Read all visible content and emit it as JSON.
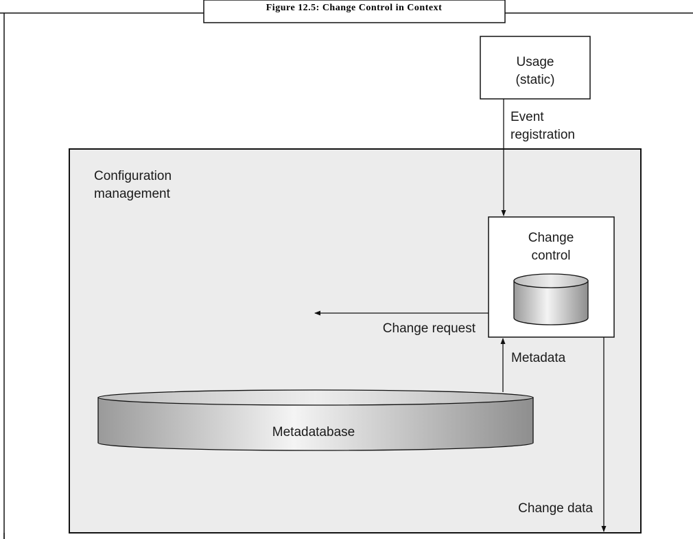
{
  "figure": {
    "caption": "Figure 12.5: Change Control in Context"
  },
  "diagram": {
    "usage_box": {
      "line1": "Usage",
      "line2": "(static)"
    },
    "event_registration": {
      "line1": "Event",
      "line2": "registration"
    },
    "configuration_management": {
      "line1": "Configuration",
      "line2": "management"
    },
    "change_control": {
      "line1": "Change",
      "line2": "control"
    },
    "change_request": "Change request",
    "metadata": "Metadata",
    "metadatabase": "Metadatabase",
    "change_data": "Change data"
  },
  "colors": {
    "panel_fill": "#ececec",
    "line": "#111111",
    "box_fill": "#ffffff"
  }
}
